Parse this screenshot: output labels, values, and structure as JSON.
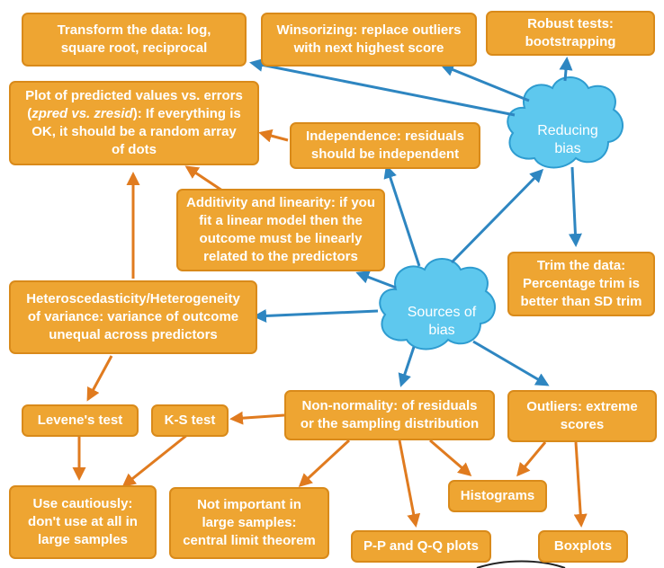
{
  "clouds": {
    "reducing": "Reducing\nbias",
    "sources": "Sources of\nbias"
  },
  "boxes": {
    "transform": "Transform the data: log,\nsquare root, reciprocal",
    "winsorizing": "Winsorizing: replace outliers\nwith next highest score",
    "robust": "Robust tests:\nbootstrapping",
    "plot_line1": "Plot of predicted values vs. errors",
    "plot_italic": "zpred vs. zresid",
    "plot_rest": "): If everything is\nOK, it should be a random array\nof dots",
    "independence": "Independence: residuals\nshould be independent",
    "additivity": "Additivity and linearity: if you\nfit a linear model then the\noutcome must be linearly\nrelated to the predictors",
    "trim": "Trim the data:\nPercentage trim is\nbetter than SD trim",
    "hetero": "Heteroscedasticity/Heterogeneity\nof variance: variance of outcome\nunequal across predictors",
    "levene": "Levene's test",
    "ks": "K-S test",
    "nonnormality": "Non-normality: of residuals\nor the sampling distribution",
    "outliers": "Outliers: extreme\nscores",
    "use_cautiously": "Use cautiously:\ndon't use at all in\nlarge samples",
    "not_important": "Not important in\nlarge samples:\ncentral limit theorem",
    "histograms": "Histograms",
    "pp_qq": "P-P and Q-Q plots",
    "boxplots": "Boxplots"
  },
  "colors": {
    "box_fill": "#eea532",
    "box_border": "#d98a1a",
    "arrow_blue": "#2e86c1",
    "arrow_orange": "#e07b1f",
    "cloud_fill": "#5ec8ee",
    "cloud_stroke": "#2e9cd0"
  }
}
